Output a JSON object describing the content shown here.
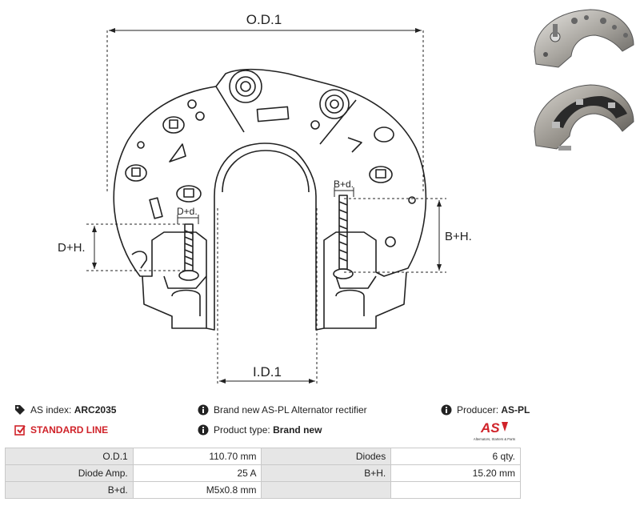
{
  "drawing": {
    "od_label": "O.D.1",
    "id_label": "I.D.1",
    "dh_label": "D+H.",
    "bh_label": "B+H.",
    "dd_label": "D+d.",
    "bd_label": "B+d."
  },
  "info": {
    "as_index_label": "AS index:",
    "as_index_value": "ARC2035",
    "standard_line": "STANDARD LINE",
    "description": "Brand new AS-PL Alternator rectifier",
    "product_type_label": "Product type:",
    "product_type_value": "Brand new",
    "producer_label": "Producer:",
    "producer_value": "AS-PL",
    "logo_text": "AS",
    "logo_subtext": "Alternators, Starters & Parts"
  },
  "specs": [
    {
      "k1": "O.D.1",
      "v1": "110.70 mm",
      "k2": "Diodes",
      "v2": "6 qty."
    },
    {
      "k1": "Diode Amp.",
      "v1": "25 A",
      "k2": "B+H.",
      "v2": "15.20 mm"
    },
    {
      "k1": "B+d.",
      "v1": "M5x0.8 mm",
      "k2": "",
      "v2": ""
    }
  ],
  "colors": {
    "accent_red": "#d0232a",
    "table_key_bg": "#e6e6e6",
    "line": "#222222"
  }
}
